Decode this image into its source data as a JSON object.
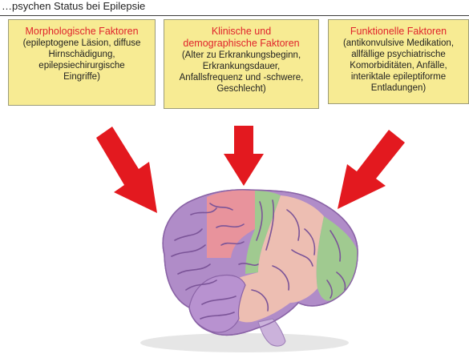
{
  "header": {
    "fragment": "…psychen Status bei Epilepsie"
  },
  "boxes": [
    {
      "title": "Morphologische Faktoren",
      "body": [
        "(epileptogene Läsion, diffuse",
        "Hirnschädigung,",
        "epilepsiechirurgische",
        "Eingriffe)"
      ]
    },
    {
      "title_lines": [
        "Klinische und",
        "demographische Faktoren"
      ],
      "body": [
        "(Alter zu Erkrankungsbeginn,",
        "Erkrankungsdauer,",
        "Anfallsfrequenz und -schwere,",
        "Geschlecht)"
      ]
    },
    {
      "title": "Funktionelle Faktoren",
      "body": [
        "(antikonvulsive Medikation,",
        "allfällige psychiatrische",
        "Komorbiditäten, Anfälle,",
        "interiktale epileptiforme",
        "Entladungen)"
      ]
    }
  ],
  "colors": {
    "box_fill": "#f7eb93",
    "title_red": "#e0232b",
    "arrow_red": "#e3191f",
    "brain_purple": "#b08cc8",
    "brain_green": "#9fd08a",
    "brain_red": "#f29494",
    "brain_peach": "#f2c2b0"
  }
}
